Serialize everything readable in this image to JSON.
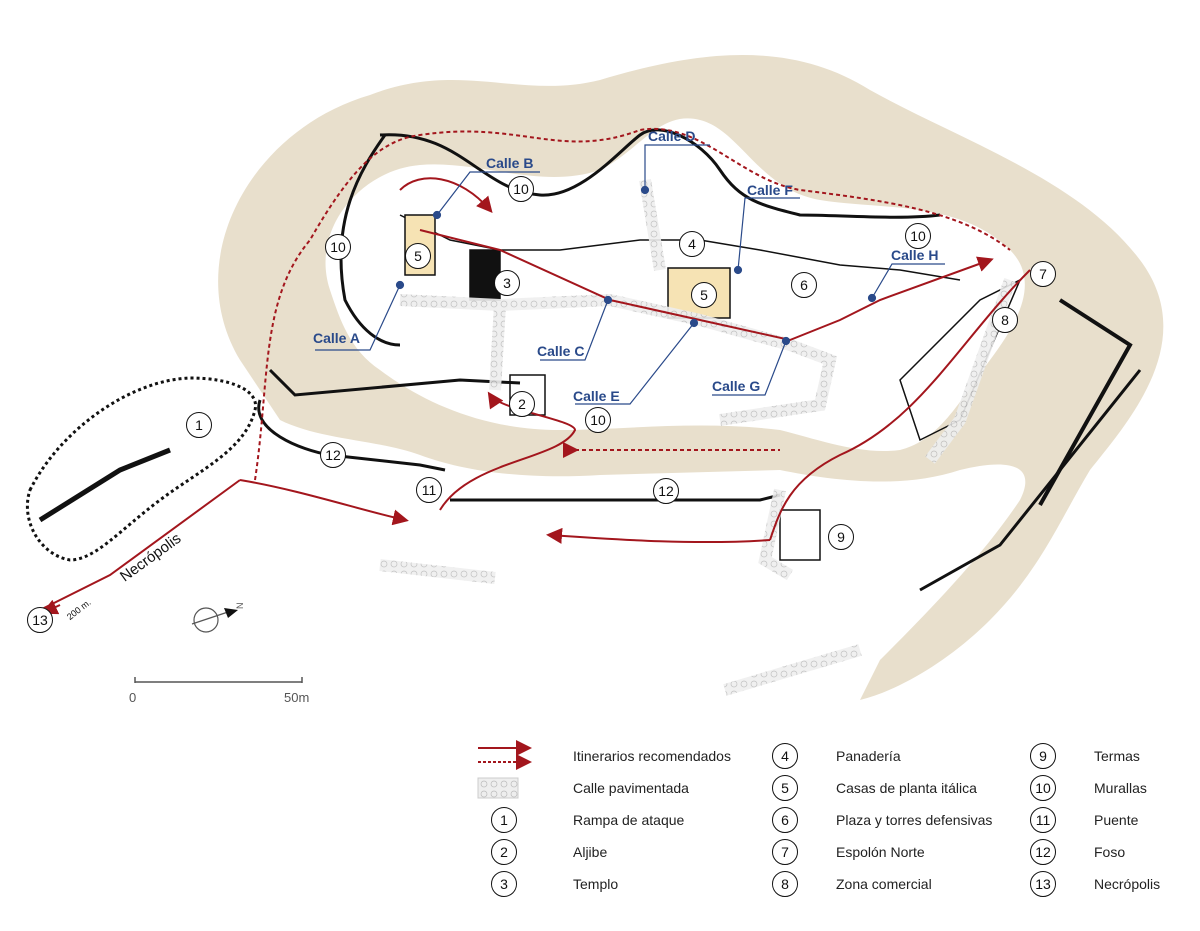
{
  "map": {
    "streets": [
      {
        "id": "A",
        "label": "Calle A"
      },
      {
        "id": "B",
        "label": "Calle B"
      },
      {
        "id": "C",
        "label": "Calle C"
      },
      {
        "id": "D",
        "label": "Calle D"
      },
      {
        "id": "E",
        "label": "Calle E"
      },
      {
        "id": "F",
        "label": "Calle F"
      },
      {
        "id": "G",
        "label": "Calle G"
      },
      {
        "id": "H",
        "label": "Calle H"
      }
    ],
    "markers": [
      "1",
      "2",
      "3",
      "4",
      "5",
      "5",
      "6",
      "7",
      "8",
      "9",
      "10",
      "10",
      "10",
      "10",
      "11",
      "12",
      "12",
      "13"
    ],
    "necropolis_label": "Necrópolis",
    "distance_label": "200 m.",
    "compass_label": "N",
    "scale": {
      "start": "0",
      "end": "50m"
    },
    "colors": {
      "terrain": "#e8dfcc",
      "route": "#a3161d",
      "street_label": "#2a4a8a",
      "houses": "#f6e3b4"
    }
  },
  "legend": {
    "col1": [
      {
        "icon": "route-arrows",
        "label": "Itinerarios recomendados"
      },
      {
        "icon": "paved-street-swatch",
        "label": "Calle pavimentada"
      },
      {
        "num": "1",
        "label": "Rampa de ataque"
      },
      {
        "num": "2",
        "label": "Aljibe"
      },
      {
        "num": "3",
        "label": "Templo"
      }
    ],
    "col2": [
      {
        "num": "4",
        "label": "Panadería"
      },
      {
        "num": "5",
        "label": "Casas de planta itálica"
      },
      {
        "num": "6",
        "label": "Plaza y torres defensivas"
      },
      {
        "num": "7",
        "label": "Espolón Norte"
      },
      {
        "num": "8",
        "label": "Zona comercial"
      }
    ],
    "col3": [
      {
        "num": "9",
        "label": "Termas"
      },
      {
        "num": "10",
        "label": "Murallas"
      },
      {
        "num": "11",
        "label": "Puente"
      },
      {
        "num": "12",
        "label": "Foso"
      },
      {
        "num": "13",
        "label": "Necrópolis"
      }
    ]
  }
}
